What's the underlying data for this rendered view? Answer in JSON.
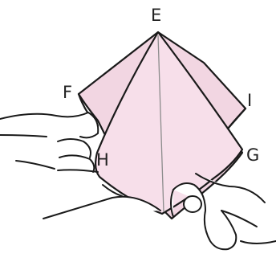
{
  "diagram": {
    "labels": {
      "e": "E",
      "f": "F",
      "h": "H",
      "i": "I",
      "g": "G"
    },
    "colors": {
      "paper_fill": "#f7dfea",
      "paper_fill_shadow": "#f2d6e2",
      "outline": "#1a1a1a",
      "crease": "#8c8c8c",
      "background": "#ffffff"
    }
  }
}
